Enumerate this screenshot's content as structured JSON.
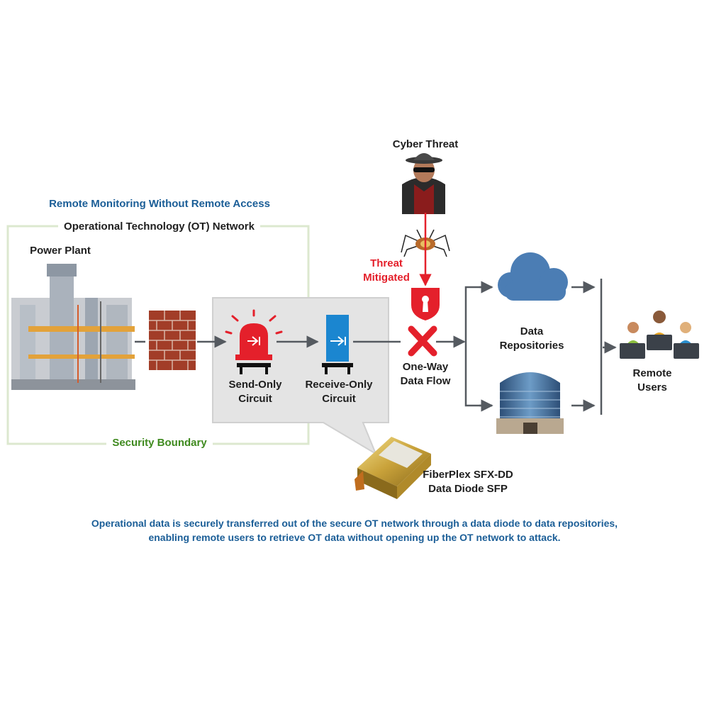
{
  "diagram": {
    "title": "Remote Monitoring Without Remote Access",
    "ot_network_label": "Operational Technology (OT) Network",
    "power_plant_label": "Power Plant",
    "security_boundary_label": "Security Boundary",
    "send_only_label": [
      "Send-Only",
      "Circuit"
    ],
    "receive_only_label": [
      "Receive-Only",
      "Circuit"
    ],
    "one_way_label": [
      "One-Way",
      "Data Flow"
    ],
    "cyber_threat_label": "Cyber Threat",
    "threat_mitigated_label": [
      "Threat",
      "Mitigated"
    ],
    "data_repositories_label": [
      "Data",
      "Repositories"
    ],
    "remote_users_label": [
      "Remote",
      "Users"
    ],
    "product_label": [
      "FiberPlex SFX-DD",
      "Data Diode SFP"
    ],
    "caption": [
      "Operational data is securely transferred out of the secure OT network through a data diode to data repositories,",
      "enabling remote users to retrieve OT data without opening up the OT network to attack."
    ],
    "colors": {
      "boundary": "#dce8cf",
      "callout": "#e4e4e4",
      "arrow": "#555a60",
      "threat_red": "#e4202b",
      "diode_blue": "#1b86d0",
      "title_blue": "#1b5e97",
      "boundary_green": "#3f8a1f",
      "cloud_blue": "#4b7db4"
    }
  }
}
